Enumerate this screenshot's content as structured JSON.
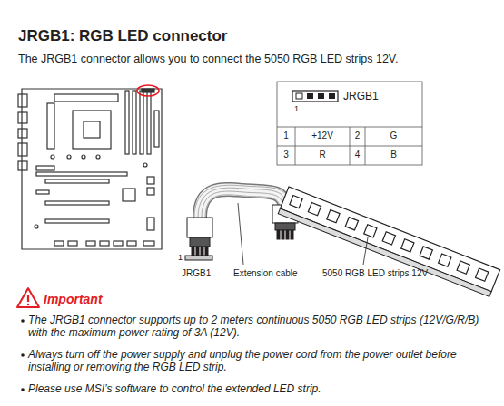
{
  "diagram": {
    "title": "JRGB1: RGB LED connector",
    "labels": [
      "The JRGB1 connector allows you to connect the 5050 RGB LED strips 12V.",
      "JRGB1",
      "1",
      "1",
      "+12V",
      "2",
      "G",
      "3",
      "R",
      "4",
      "B",
      "1",
      "JRGB1",
      "Extension cable",
      "5050 RGB LED strips 12V",
      "Important",
      "The JRGB1 connector supports up to 2 meters continuous 5050 RGB LED strips (12V/G/R/B) with the maximum power rating of 3A (12V).",
      "Always turn off the power supply and unplug the power cord from the power outlet before installing or removing the RGB LED strip.",
      "Please use MSI’s software to control the extended LED strip."
    ]
  }
}
